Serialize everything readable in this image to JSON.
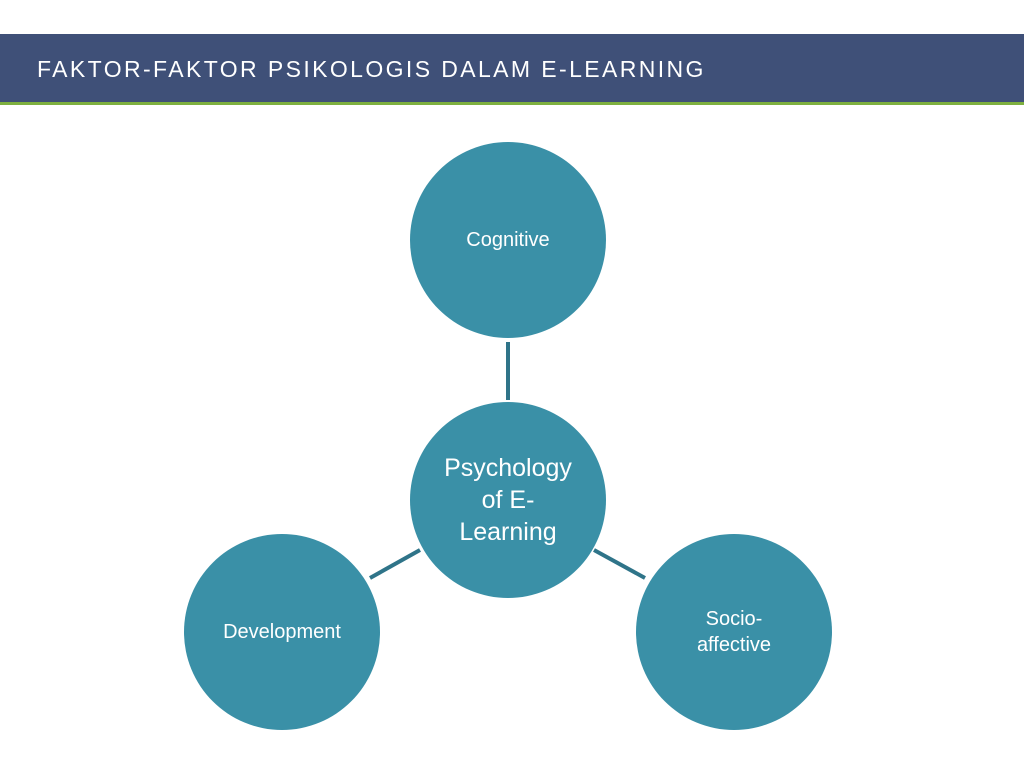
{
  "slide": {
    "title": "FAKTOR-FAKTOR PSIKOLOGIS DALAM E-LEARNING"
  },
  "diagram": {
    "center": {
      "label": "Psychology of E-Learning"
    },
    "nodes": {
      "cognitive": {
        "label": "Cognitive"
      },
      "development": {
        "label": "Development"
      },
      "socio_affective": {
        "label": "Socio-affective"
      }
    }
  },
  "colors": {
    "title_bar": "#3f5078",
    "title_accent": "#7eb03f",
    "node_fill": "#3a90a7",
    "connector": "#2f7489",
    "text": "#ffffff"
  }
}
